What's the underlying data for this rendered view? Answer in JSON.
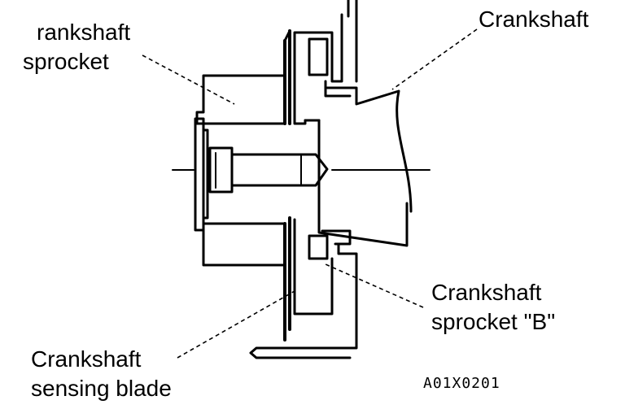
{
  "labels": {
    "crankshaft_sprocket_line1": "rankshaft",
    "crankshaft_sprocket_line2": "sprocket",
    "crankshaft": "Crankshaft",
    "sprocket_b_line1": "Crankshaft",
    "sprocket_b_line2": "sprocket  \"B\"",
    "sensing_blade_line1": "Crankshaft",
    "sensing_blade_line2": "sensing blade"
  },
  "figure_code": "A01X0201"
}
